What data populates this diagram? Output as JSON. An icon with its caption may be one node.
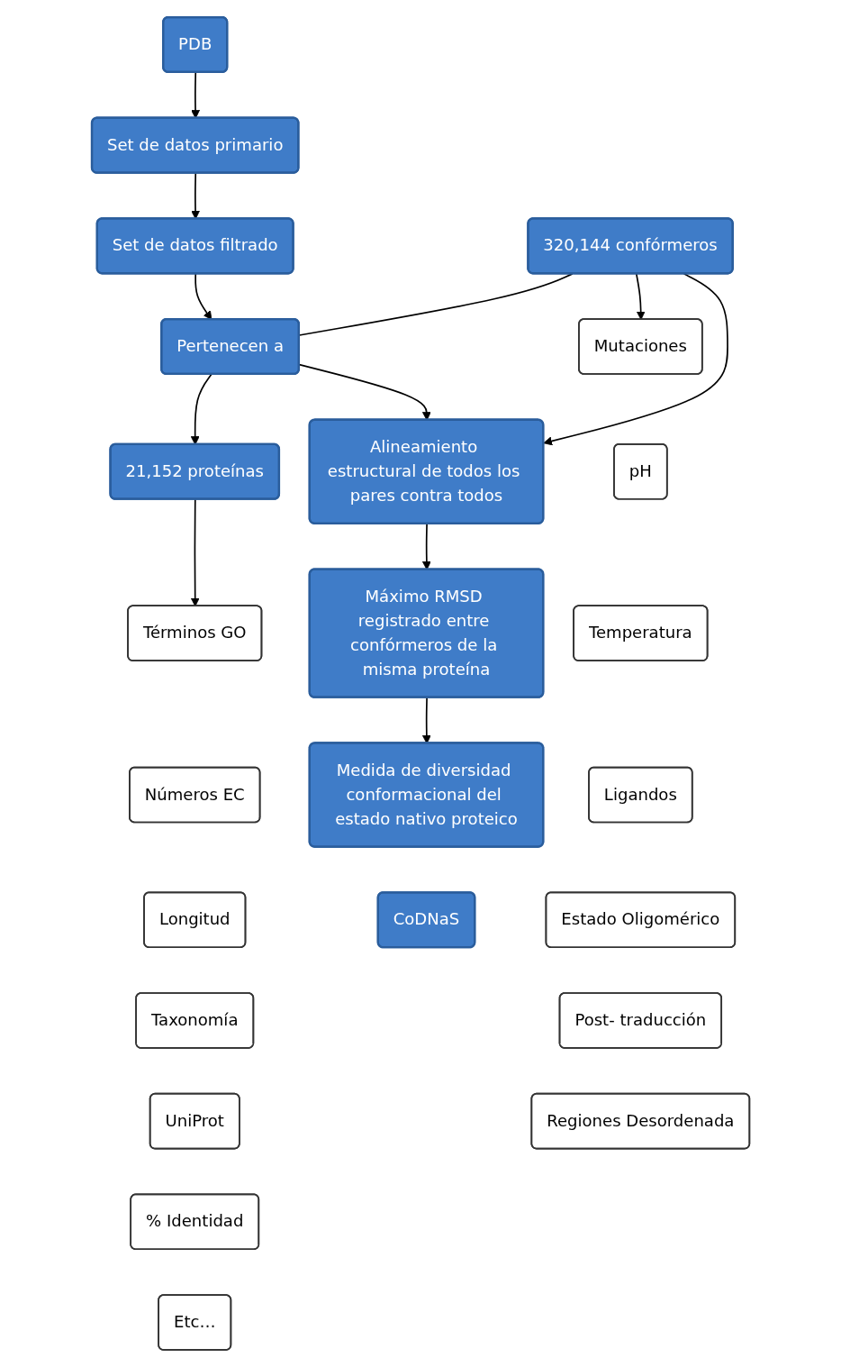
{
  "diagram": {
    "nodes": [
      {
        "text": [
          "PDB"
        ]
      },
      {
        "text": [
          "Set de datos primario"
        ]
      },
      {
        "text": [
          "Set de datos filtrado"
        ]
      },
      {
        "text": [
          "320,144 confórmeros"
        ]
      },
      {
        "text": [
          "Pertenecen a"
        ]
      },
      {
        "text": [
          "21,152 proteínas"
        ]
      },
      {
        "text": [
          "Mutaciones"
        ]
      },
      {
        "text": [
          "Alineamiento estructural de todos los pares contra todos"
        ]
      },
      {
        "text": [
          "Términos GO"
        ]
      },
      {
        "text": [
          "pH"
        ]
      },
      {
        "text": [
          "Números EC"
        ]
      },
      {
        "text": [
          "Temperatura"
        ]
      },
      {
        "text": [
          "Longitud"
        ]
      },
      {
        "text": [
          "Ligandos"
        ]
      },
      {
        "text": [
          "Máximo RMSD registrado entre confórmeros de la misma proteína"
        ]
      },
      {
        "text": [
          "Taxonomía"
        ]
      },
      {
        "text": [
          "Estado Oligomérico"
        ]
      },
      {
        "text": [
          "UniProt"
        ]
      },
      {
        "text": [
          "Post- traducción"
        ]
      },
      {
        "text": [
          "% Identidad"
        ]
      },
      {
        "text": [
          "Regiones Desordenada"
        ]
      },
      {
        "text": [
          "Medida de diversidad conformacional del estado nativo proteico"
        ]
      },
      {
        "text": [
          "Etc…"
        ]
      },
      {
        "text": [
          "CoDNaS"
        ]
      }
    ],
    "edges": [
      {
        "from": 0,
        "to": 1,
        "arrow": "to"
      },
      {
        "from": 1,
        "to": 2,
        "arrow": "to"
      },
      {
        "from": 2,
        "to": 4,
        "arrow": "to"
      },
      {
        "from": 3,
        "to": 4,
        "arrow": "none"
      },
      {
        "from": 4,
        "to": 5,
        "arrow": "to"
      },
      {
        "from": 3,
        "to": 6,
        "arrow": "to"
      },
      {
        "from": 3,
        "to": 7,
        "arrow": "to"
      },
      {
        "from": 4,
        "to": 7,
        "arrow": "to"
      },
      {
        "from": 5,
        "to": 8,
        "arrow": "to"
      },
      {
        "from": 7,
        "to": 14,
        "arrow": "to"
      },
      {
        "from": 14,
        "to": 21,
        "arrow": "to"
      }
    ]
  }
}
